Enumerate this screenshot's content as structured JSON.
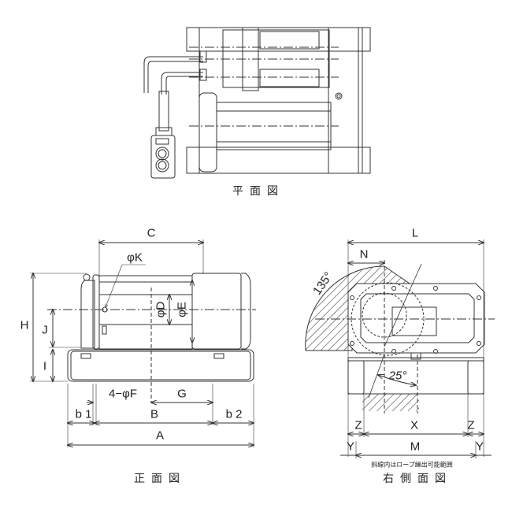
{
  "views": {
    "plan": {
      "title": "平面図"
    },
    "front": {
      "title": "正面図",
      "dims": {
        "C": "C",
        "K": "φK",
        "H": "H",
        "J": "J",
        "I": "I",
        "D": "φD",
        "E": "φE",
        "F": "4−φF",
        "G": "G",
        "b1": "b 1",
        "B": "B",
        "b2": "b 2",
        "A": "A"
      }
    },
    "right": {
      "title": "右側面図",
      "dims": {
        "L": "L",
        "N": "N",
        "angle_large": "135°",
        "angle_small": "25°",
        "Z_left": "Z",
        "X": "X",
        "Z_right": "Z",
        "Y_left": "Y",
        "M": "M",
        "Y_right": "Y"
      },
      "note": "斜線内はロープ繰出可能範囲"
    }
  },
  "colors": {
    "line": "#333333",
    "hatch": "#444444"
  }
}
